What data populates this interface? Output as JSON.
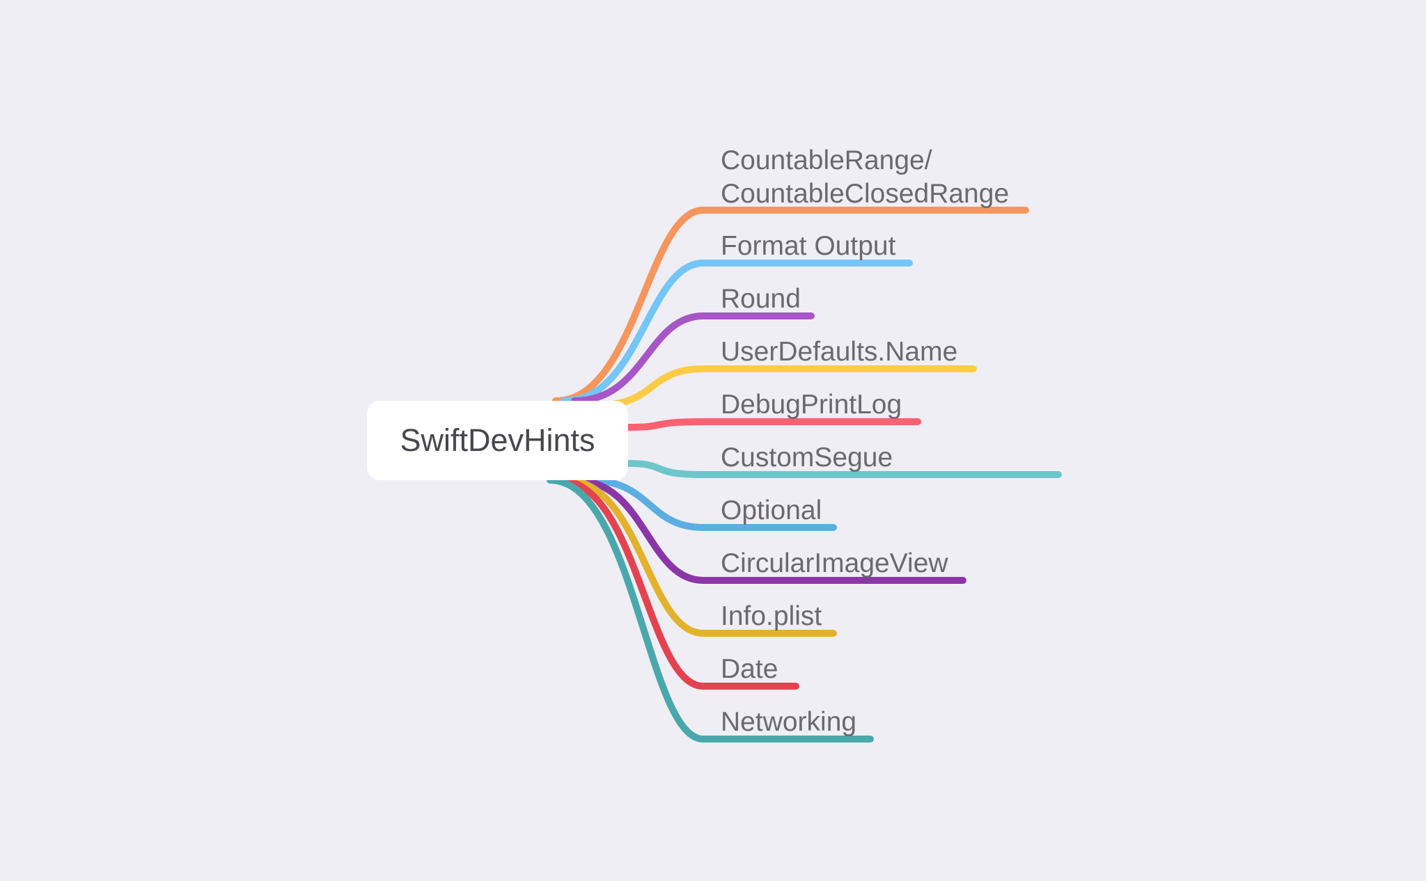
{
  "map": {
    "root": {
      "label": "SwiftDevHints"
    },
    "topics": [
      {
        "label": "CountableRange/\nCountableClosedRange",
        "color": "#f6965c"
      },
      {
        "label": "Format Output",
        "color": "#74c5f8"
      },
      {
        "label": "Round",
        "color": "#a855c8"
      },
      {
        "label": "UserDefaults.Name",
        "color": "#fdcb45"
      },
      {
        "label": "DebugPrintLog",
        "color": "#fb6170"
      },
      {
        "label": "CustomSegue",
        "color": "#6dc6ca"
      },
      {
        "label": "Optional",
        "color": "#5aaee2"
      },
      {
        "label": "CircularImageView",
        "color": "#8b36a6"
      },
      {
        "label": "Info.plist",
        "color": "#e3b22c"
      },
      {
        "label": "Date",
        "color": "#e3434f"
      },
      {
        "label": "Networking",
        "color": "#4aa8ad"
      }
    ]
  }
}
